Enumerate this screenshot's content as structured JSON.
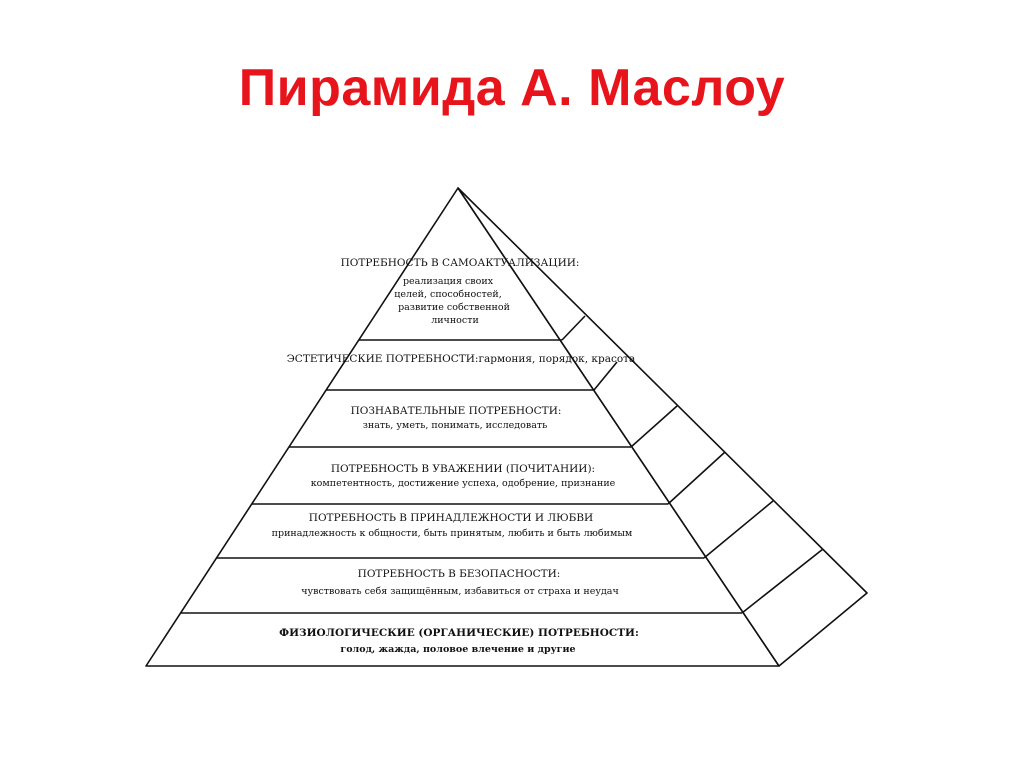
{
  "title": "Пирамида А. Маслоу",
  "levels": [
    {
      "heading": "ПОТРЕБНОСТЬ В САМОАКТУАЛИЗАЦИИ:",
      "desc_lines": [
        "реализация своих",
        "целей, способностей,",
        "развитие собственной",
        "личности"
      ]
    },
    {
      "heading": "ЭСТЕТИЧЕСКИЕ ПОТРЕБНОСТИ:гармония, порядок, красота"
    },
    {
      "heading": "ПОЗНАВАТЕЛЬНЫЕ ПОТРЕБНОСТИ:",
      "desc": "знать, уметь, понимать, исследовать"
    },
    {
      "heading": "ПОТРЕБНОСТЬ В УВАЖЕНИИ (ПОЧИТАНИИ):",
      "desc": "компетентность, достижение успеха, одобрение, признание"
    },
    {
      "heading": "ПОТРЕБНОСТЬ В ПРИНАДЛЕЖНОСТИ И ЛЮБВИ",
      "desc": "принадлежность к общности, быть принятым, любить и быть любимым"
    },
    {
      "heading": "ПОТРЕБНОСТЬ В БЕЗОПАСНОСТИ:",
      "desc": "чувствовать себя защищённым, избавиться от страха и неудач"
    },
    {
      "heading": "ФИЗИОЛОГИЧЕСКИЕ (ОРГАНИЧЕСКИЕ) ПОТРЕБНОСТИ:",
      "desc": "голод, жажда, половое влечение и другие"
    }
  ]
}
